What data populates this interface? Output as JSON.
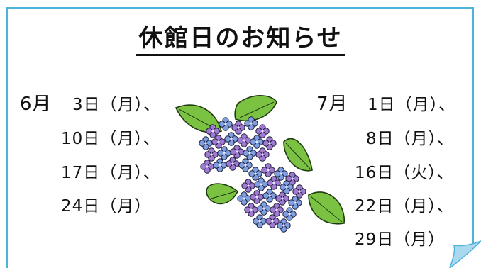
{
  "title": "休館日のお知らせ",
  "june": {
    "month_label": "6月",
    "days": [
      "3日（月）、",
      "10日（月）、",
      "17日（月）、",
      "24日（月）"
    ]
  },
  "july": {
    "month_label": "7月",
    "days": [
      "1日（月）、",
      "8日（月）、",
      "16日（火）、",
      "22日（月）、",
      "29日（月）"
    ]
  },
  "colors": {
    "frame": "#4fb3d9",
    "leaf": "#7cc242",
    "petal_blue": "#7f9fe0",
    "petal_purple": "#a07ad0"
  },
  "icons": {
    "illustration": "hydrangea-illustration",
    "corner": "page-curl-icon"
  }
}
